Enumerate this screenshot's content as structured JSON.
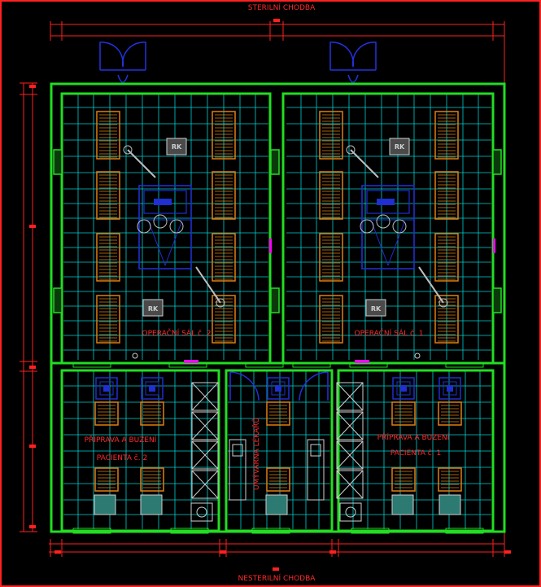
{
  "corridors": {
    "top": "STERILNÍ CHODBA",
    "bottom": "NESTERILNÍ CHODBA"
  },
  "rooms": {
    "or2": "OPERAČNÍ SÁL č. 2",
    "or1": "OPERAČNÍ SÁL č. 1",
    "prep2_line1": "PŘÍPRAVA A BUZENÍ",
    "prep2_line2": "PACIENTA č. 2",
    "prep1_line1": "PŘÍPRAVA A BUZENÍ",
    "prep1_line2": "PACIENTA č. 1",
    "scrub": "UMÝVÁRNA LÉKAŘŮ"
  },
  "equipment": {
    "anesthesia_label": "RK"
  },
  "colors": {
    "background": "#000000",
    "walls": "#22dd22",
    "grid": "#00d8d8",
    "dimension": "#ff2020",
    "cabinets": "#e07f10",
    "doors": "#1f2fd0",
    "equipment": "#bdbdbd",
    "text": "#ff2a2a"
  }
}
